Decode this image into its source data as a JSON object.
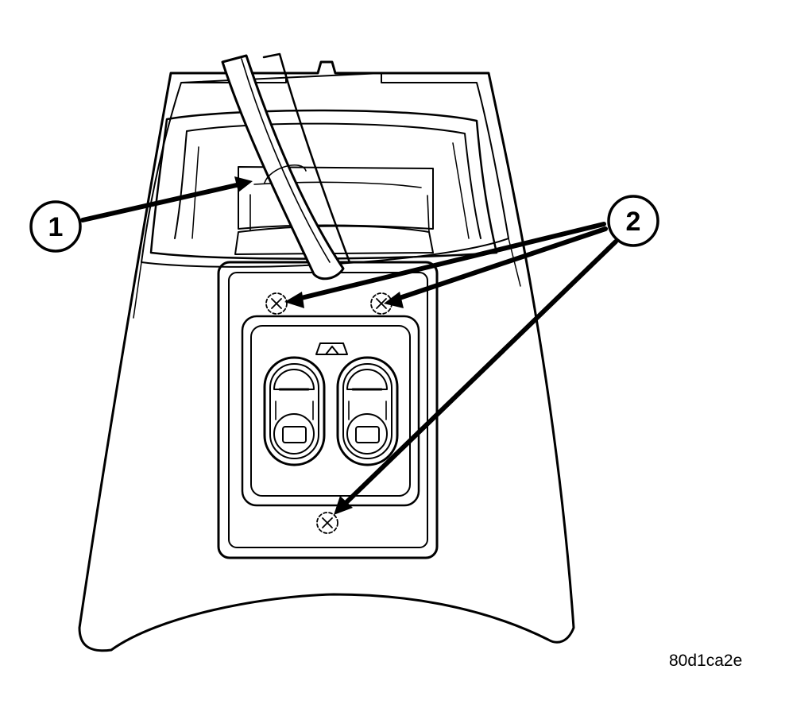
{
  "callouts": [
    {
      "number": "1"
    },
    {
      "number": "2"
    }
  ],
  "figure_id": "80d1ca2e",
  "icon_names": [
    "pry-tool-icon",
    "screw-icon",
    "window-lock-icon",
    "window-switch-icon"
  ]
}
